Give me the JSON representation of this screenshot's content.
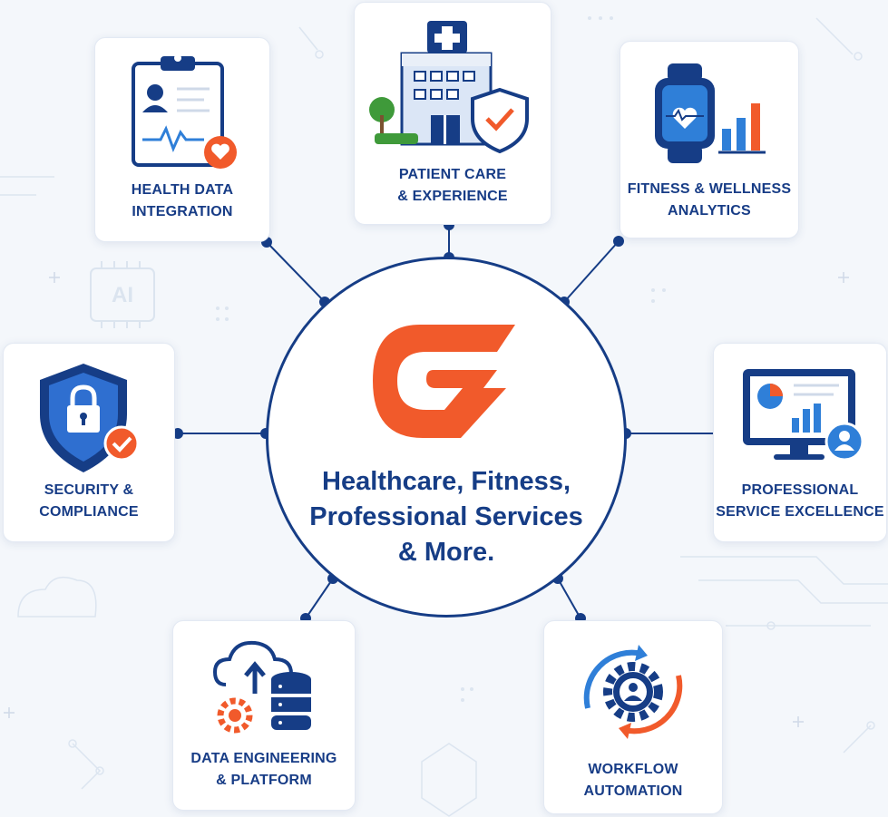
{
  "center": {
    "title_lines": [
      "Healthcare, Fitness,",
      "Professional Services",
      "& More."
    ],
    "logo": "orange-c-logo"
  },
  "nodes": [
    {
      "id": "health-data",
      "label_lines": [
        "HEALTH DATA",
        "INTEGRATION"
      ],
      "icon": "clipboard-heart-icon"
    },
    {
      "id": "patient-care",
      "label_lines": [
        "PATIENT CARE",
        "& EXPERIENCE"
      ],
      "icon": "hospital-shield-icon"
    },
    {
      "id": "fitness",
      "label_lines": [
        "FITNESS & WELLNESS",
        "ANALYTICS"
      ],
      "icon": "smartwatch-chart-icon"
    },
    {
      "id": "security",
      "label_lines": [
        "SECURITY &",
        "COMPLIANCE"
      ],
      "icon": "shield-lock-icon"
    },
    {
      "id": "professional",
      "label_lines": [
        "PROFESSIONAL",
        "SERVICE EXCELLENCE"
      ],
      "icon": "monitor-dashboard-icon"
    },
    {
      "id": "data-engineering",
      "label_lines": [
        "DATA ENGINEERING",
        "& PLATFORM"
      ],
      "icon": "cloud-database-icon"
    },
    {
      "id": "workflow",
      "label_lines": [
        "WORKFLOW",
        "AUTOMATION"
      ],
      "icon": "gear-cycle-icon"
    }
  ],
  "background": {
    "ai_chip_label": "AI"
  },
  "colors": {
    "navy": "#163d86",
    "orange": "#f15a2b",
    "blue": "#2f7fd8",
    "bg": "#f4f7fb"
  }
}
